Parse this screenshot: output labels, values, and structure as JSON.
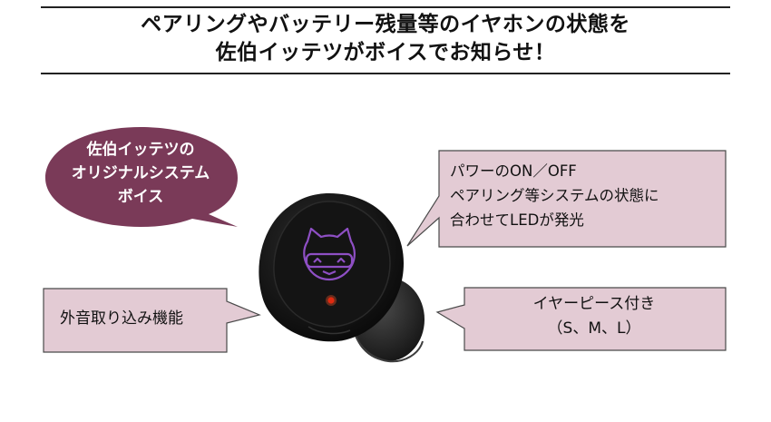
{
  "headline": {
    "line1": "ペアリングやバッテリー残量等のイヤホンの状態を",
    "line2": "佐伯イッテツがボイスでお知らせ！"
  },
  "speech_bubble": {
    "line1": "佐伯イッテツの",
    "line2": "オリジナルシステム",
    "line3": "ボイス"
  },
  "callouts": {
    "led": {
      "line1": "パワーのON／OFF",
      "line2": "ペアリング等システムの状態に",
      "line3": "合わせてLEDが発光"
    },
    "sound": {
      "line1": "外音取り込み機能"
    },
    "eartips": {
      "line1": "イヤーピース付き",
      "line2": "（S、M、L）"
    }
  },
  "colors": {
    "bubble_fill": "#7a3a58",
    "callout_fill": "#e3cbd4",
    "callout_border": "#4a4a4a",
    "earbud_body": "#1a1a1a",
    "logo_purple": "#8e4fc4",
    "led_red": "#e02a10"
  },
  "icons": {
    "earbud": "earbud-illustration",
    "logo": "cat-goggles-logo-icon",
    "led": "led-indicator-icon"
  }
}
